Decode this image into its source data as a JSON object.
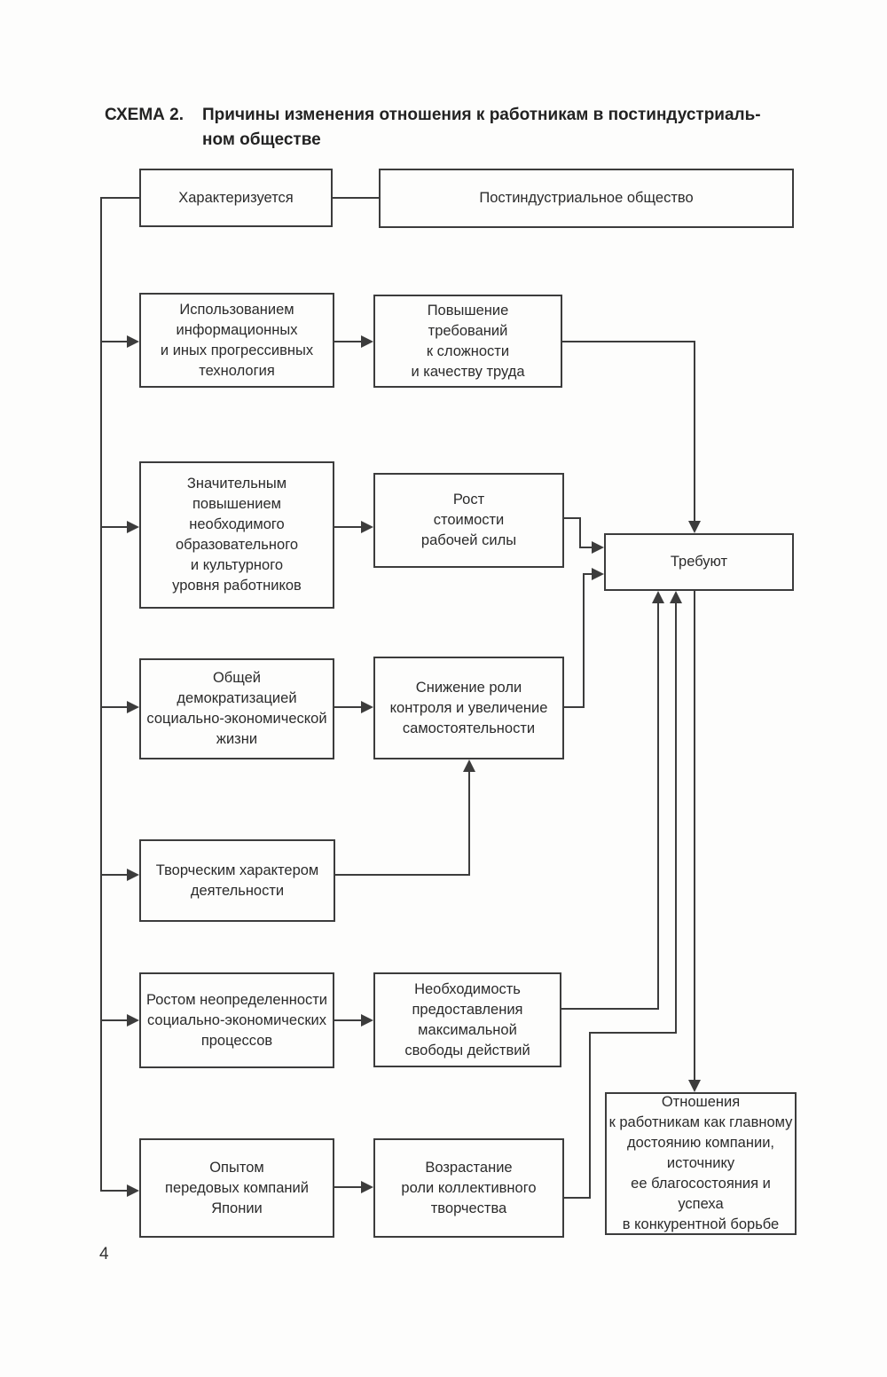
{
  "title": {
    "label": "СХЕМА 2.",
    "text": "Причины изменения отношения к работникам в постиндустриаль-\nном обществе"
  },
  "page_number": "4",
  "colors": {
    "ink": "#3c3c3c",
    "text": "#2b2b2b",
    "paper": "#fdfdfc"
  },
  "nodes": {
    "characterized": "Характеризуется",
    "postindustrial": "Постиндустриальное общество",
    "cause_tech": "Использованием\nинформационных\nи иных прогрессивных\nтехнология",
    "effect_demands": "Повышение\nтребований\nк сложности\nи качеству труда",
    "cause_education": "Значительным\nповышением\nнеобходимого\nобразовательного\nи культурного\nуровня работников",
    "effect_cost": "Рост\nстоимости\nрабочей силы",
    "require": "Требуют",
    "cause_democracy": "Общей\nдемократизацией\nсоциально-экономической\nжизни",
    "effect_control": "Снижение роли\nконтроля и увеличение\nсамостоятельности",
    "cause_creative": "Творческим характером\nдеятельности",
    "cause_uncertainty": "Ростом неопределенности\nсоциально-экономических\nпроцессов",
    "effect_freedom": "Необходимость\nпредоставления\nмаксимальной\nсвободы действий",
    "cause_japan": "Опытом\nпередовых компаний\nЯпонии",
    "effect_collective": "Возрастание\nроли коллективного\nтворчества",
    "outcome": "Отношения\nк работникам как главному\nдостоянию компании,\nисточнику\nее благосостояния и успеха\nв конкурентной борьбе"
  }
}
